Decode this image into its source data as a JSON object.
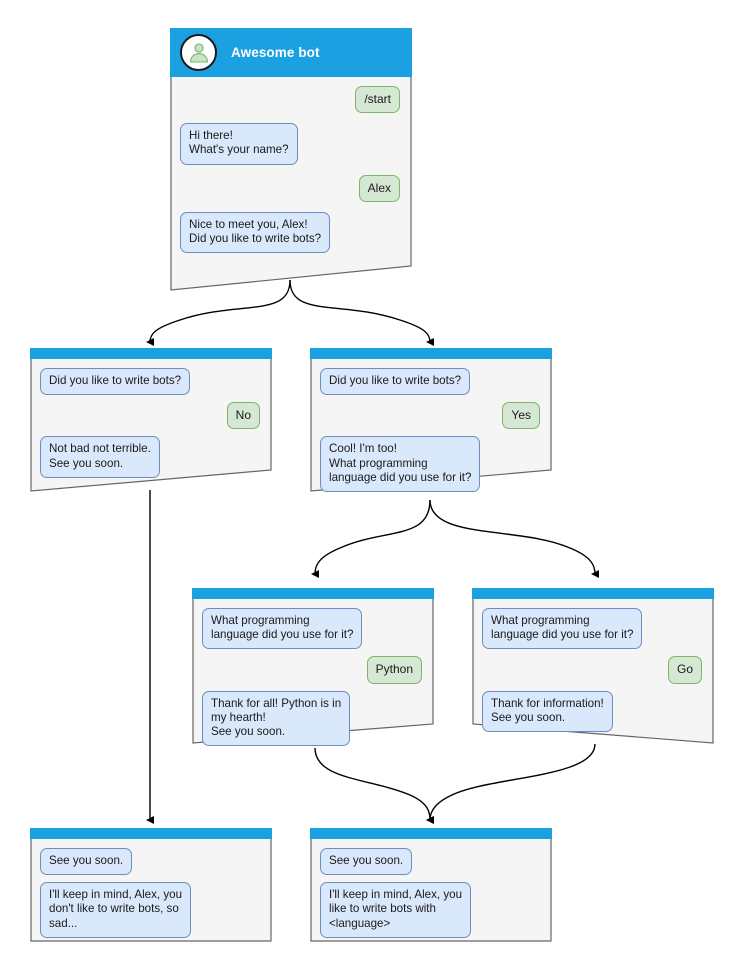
{
  "diagram": {
    "title": "Awesome bot conversation flow",
    "colors": {
      "header_blue": "#1ba1e2",
      "node_fill": "#f5f5f5",
      "node_stroke": "#666666",
      "bot_bubble_fill": "#dae8fc",
      "bot_bubble_stroke": "#6c8ebf",
      "user_bubble_fill": "#d5e8d4",
      "user_bubble_stroke": "#82b366",
      "edge_stroke": "#000000",
      "avatar_body": "#b5d8b0",
      "title_text": "#ffffff"
    },
    "nodes": [
      {
        "id": "start",
        "bot_name": "Awesome bot",
        "avatar_icon": "person-avatar-icon",
        "messages": [
          {
            "from": "user",
            "text": "/start"
          },
          {
            "from": "bot",
            "text": "Hi there!\nWhat's your name?"
          },
          {
            "from": "user",
            "text": "Alex"
          },
          {
            "from": "bot",
            "text": "Nice to meet you, Alex!\nDid you like to write bots?"
          }
        ]
      },
      {
        "id": "answer-no",
        "messages": [
          {
            "from": "bot",
            "text": "Did you like to write bots?"
          },
          {
            "from": "user",
            "text": "No"
          },
          {
            "from": "bot",
            "text": "Not bad not terrible.\nSee you soon."
          }
        ]
      },
      {
        "id": "answer-yes",
        "messages": [
          {
            "from": "bot",
            "text": "Did you like to write bots?"
          },
          {
            "from": "user",
            "text": "Yes"
          },
          {
            "from": "bot",
            "text": "Cool! I'm too!\nWhat programming\nlanguage did you use for it?"
          }
        ]
      },
      {
        "id": "language-python",
        "messages": [
          {
            "from": "bot",
            "text": "What programming\nlanguage did you use for it?"
          },
          {
            "from": "user",
            "text": "Python"
          },
          {
            "from": "bot",
            "text": "Thank for all! Python is in\nmy hearth!\nSee you soon."
          }
        ]
      },
      {
        "id": "language-go",
        "messages": [
          {
            "from": "bot",
            "text": "What programming\nlanguage did you use for it?"
          },
          {
            "from": "user",
            "text": "Go"
          },
          {
            "from": "bot",
            "text": "Thank for information!\nSee you soon."
          }
        ]
      },
      {
        "id": "farewell-no",
        "messages": [
          {
            "from": "bot",
            "text": "See you soon."
          },
          {
            "from": "bot",
            "text": "I'll keep in mind, Alex, you\ndon't like to write bots, so\nsad..."
          }
        ]
      },
      {
        "id": "farewell-yes",
        "messages": [
          {
            "from": "bot",
            "text": "See you soon."
          },
          {
            "from": "bot",
            "text": "I'll keep in mind, Alex, you\nlike to write bots with\n<language>"
          }
        ]
      }
    ]
  }
}
